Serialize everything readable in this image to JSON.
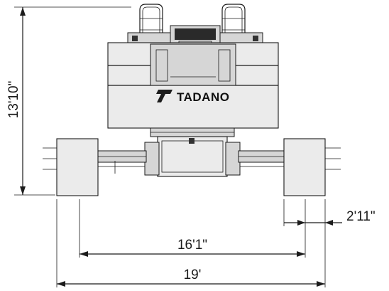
{
  "brand": {
    "name": "TADANO",
    "logo_icon": "tadano-t-logo"
  },
  "dimensions": {
    "height": "13'10\"",
    "outrigger_pad": "2'11\"",
    "track_span": "16'1\"",
    "overall_width": "19'"
  },
  "colors": {
    "line": "#1a1a1a",
    "body": "#ebebeb",
    "background": "#ffffff"
  }
}
